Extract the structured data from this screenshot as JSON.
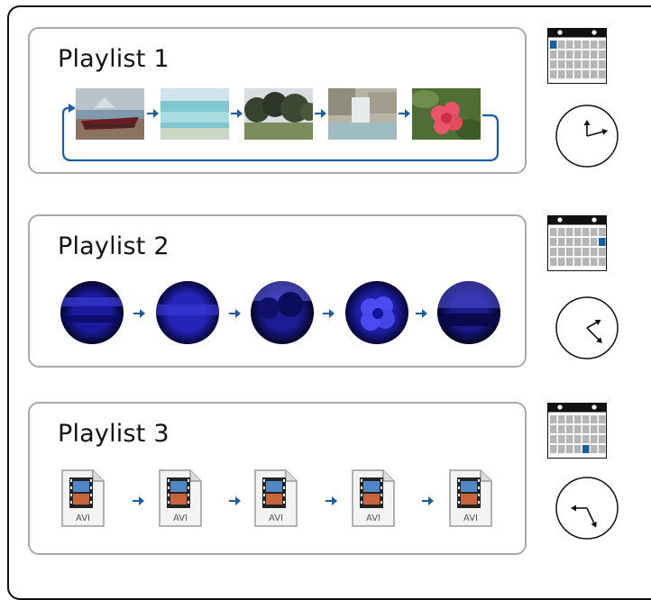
{
  "playlists": [
    {
      "title": "Playlist 1",
      "kind": "photos",
      "items": [
        "beach-boat-photo",
        "sea-photo",
        "trees-photo",
        "waterfall-photo",
        "hibiscus-photo"
      ],
      "loop": true,
      "calendar_highlight": {
        "row": 1,
        "col": 1
      },
      "clock_hands": {
        "hour_deg": 0,
        "minute_deg": 75
      }
    },
    {
      "title": "Playlist 2",
      "kind": "blue-circles",
      "items": [
        "blue-sea-circle",
        "blue-water-circle",
        "blue-trees-circle",
        "blue-flower-circle",
        "blue-landscape-circle"
      ],
      "loop": false,
      "calendar_highlight": {
        "row": 2,
        "col": 7
      },
      "clock_hands": {
        "hour_deg": 60,
        "minute_deg": 135
      }
    },
    {
      "title": "Playlist 3",
      "kind": "avi-files",
      "items": [
        "AVI",
        "AVI",
        "AVI",
        "AVI",
        "AVI"
      ],
      "loop": false,
      "calendar_highlight": {
        "row": 4,
        "col": 5
      },
      "clock_hands": {
        "hour_deg": 270,
        "minute_deg": 155
      }
    }
  ],
  "colors": {
    "arrow": "#1a5e9e",
    "calendar_highlight": "#1a5e9e",
    "calendar_cell": "#b5b5b5",
    "box_border": "#a9a9a9"
  }
}
